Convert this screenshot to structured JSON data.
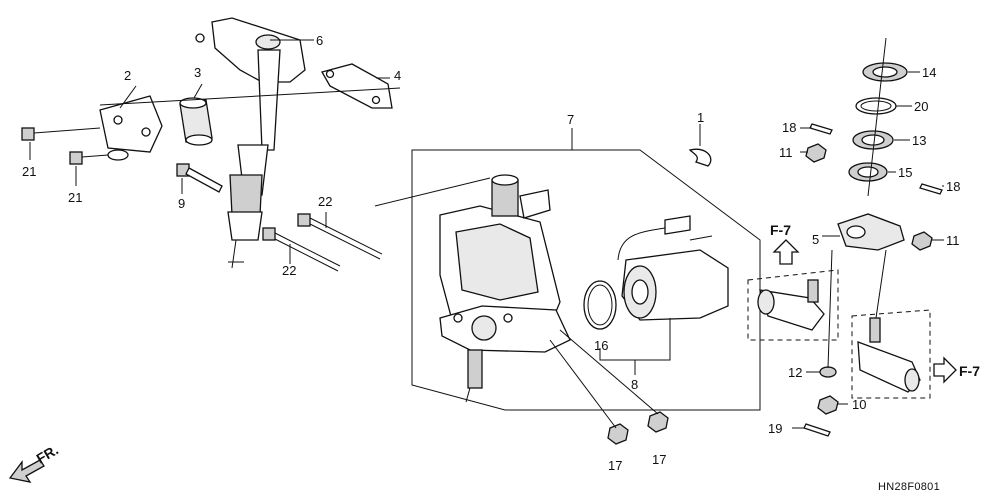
{
  "callouts": {
    "c1": "1",
    "c2": "2",
    "c3": "3",
    "c4": "4",
    "c5": "5",
    "c6": "6",
    "c7": "7",
    "c8": "8",
    "c9": "9",
    "c10": "10",
    "c11a": "11",
    "c11b": "11",
    "c12": "12",
    "c13": "13",
    "c14": "14",
    "c15": "15",
    "c16": "16",
    "c17a": "17",
    "c17b": "17",
    "c18a": "18",
    "c18b": "18",
    "c19": "19",
    "c20": "20",
    "c21a": "21",
    "c21b": "21",
    "c22a": "22",
    "c22b": "22"
  },
  "refs": {
    "left": "F-7",
    "right": "F-7"
  },
  "direction_label": "FR.",
  "diagram_code": "HN28F0801"
}
